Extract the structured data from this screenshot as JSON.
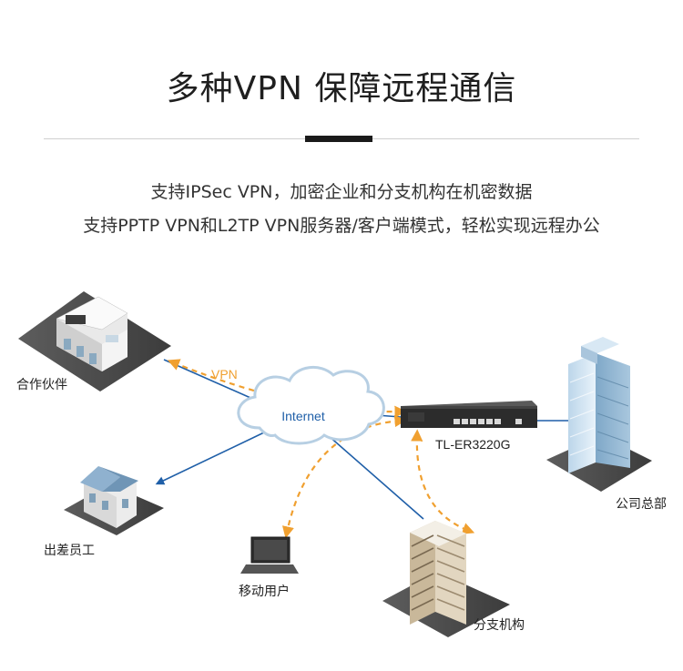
{
  "header": {
    "title": "多种VPN 保障远程通信",
    "line1": "支持IPSec VPN，加密企业和分支机构在机密数据",
    "line2": "支持PPTP VPN和L2TP VPN服务器/客户端模式，轻松实现远程办公"
  },
  "diagram": {
    "cloud_label": "Internet",
    "vpn_label": "VPN",
    "router_model": "TL-ER3220G",
    "nodes": {
      "partner": "合作伙伴",
      "travel_staff": "出差员工",
      "mobile_user": "移动用户",
      "branch": "分支机构",
      "hq": "公司总部"
    }
  },
  "colors": {
    "link_blue": "#1f5fa8",
    "vpn_orange": "#f0a030",
    "cloud_fill": "#ffffff",
    "cloud_stroke": "#b7cfe3"
  }
}
